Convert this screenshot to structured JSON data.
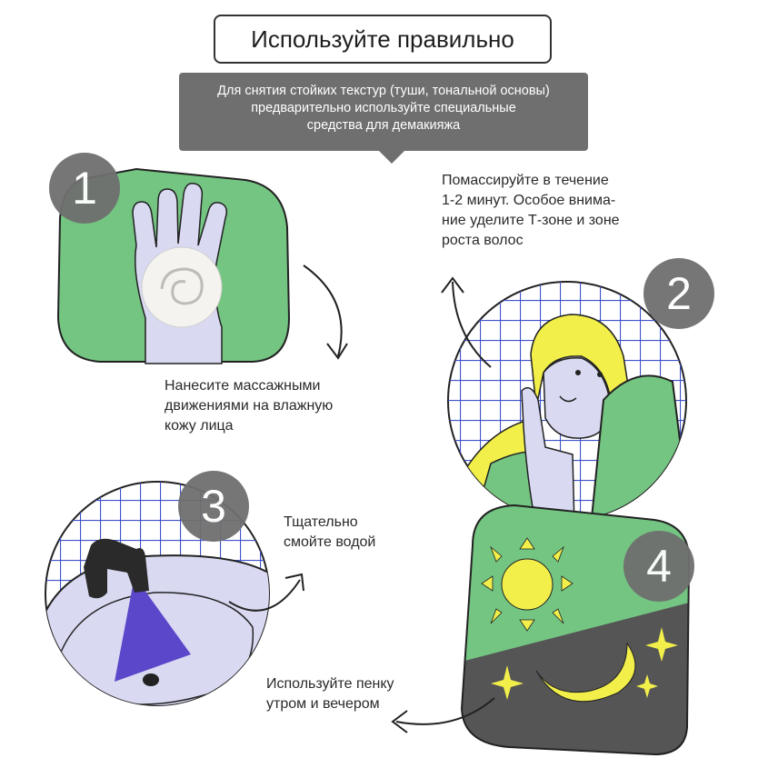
{
  "title": "Используйте правильно",
  "tip": {
    "line1": "Для снятия стойких текстур (туши, тональной основы)",
    "line2": "предварительно используйте специальные",
    "line3": "средства для демакияжа"
  },
  "steps": [
    {
      "number": "1",
      "text": [
        "Нанесите массажными",
        "движениями на влажную",
        "кожу лица"
      ]
    },
    {
      "number": "2",
      "text": [
        "Помассируйте в течение",
        "1-2 минут. Особое внима-",
        "ние уделите Т-зоне и зоне",
        "роста волос"
      ]
    },
    {
      "number": "3",
      "text": [
        "Тщательно",
        "смойте водой"
      ]
    },
    {
      "number": "4",
      "text": [
        "Используйте пенку",
        "утром и вечером"
      ]
    }
  ],
  "colors": {
    "green": "#74c482",
    "lavender": "#d9d9f2",
    "dark_gray": "#555555",
    "grid_blue": "#3e50c8",
    "yellow": "#f2ef4a",
    "purple": "#5a47c9",
    "badge_gray": "#6f6f6f"
  },
  "icons": [
    "hand-with-foam-icon",
    "woman-face-icon",
    "sink-faucet-icon",
    "day-night-icon",
    "curved-arrow-icon"
  ]
}
